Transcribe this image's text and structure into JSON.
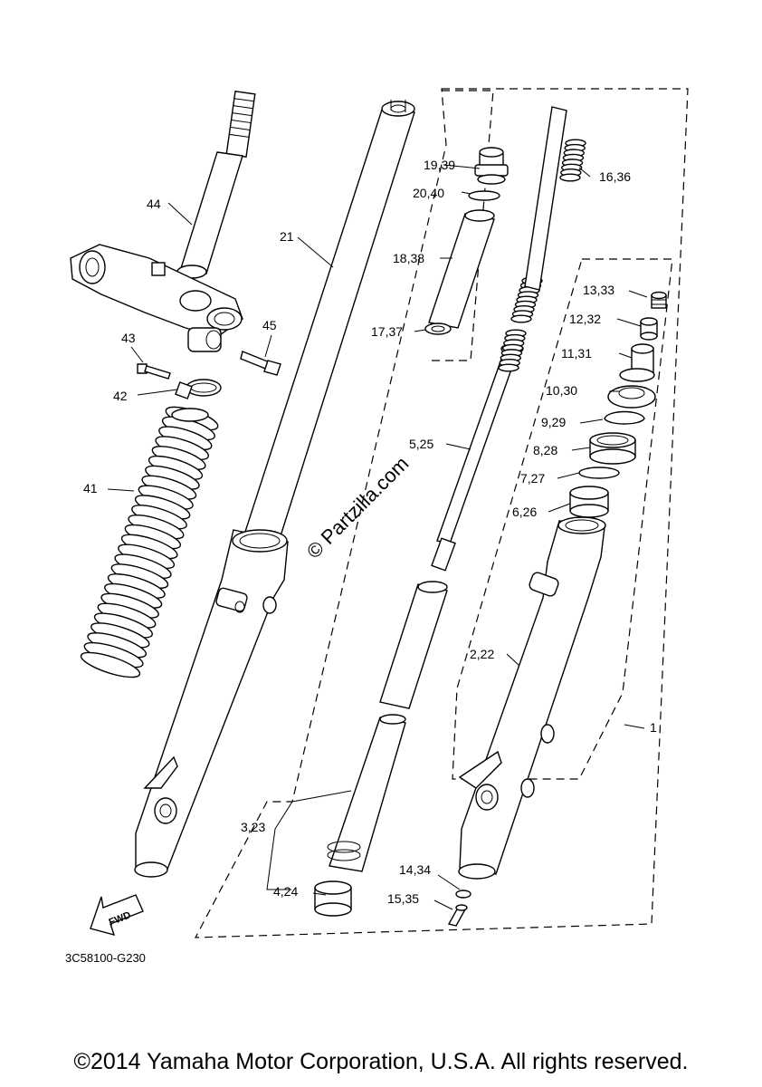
{
  "labels": {
    "l1": "1",
    "l2_22": "2,22",
    "l3_23": "3,23",
    "l4_24": "4,24",
    "l5_25": "5,25",
    "l6_26": "6,26",
    "l7_27": "7,27",
    "l8_28": "8,28",
    "l9_29": "9,29",
    "l10_30": "10,30",
    "l11_31": "11,31",
    "l12_32": "12,32",
    "l13_33": "13,33",
    "l14_34": "14,34",
    "l15_35": "15,35",
    "l16_36": "16,36",
    "l17_37": "17,37",
    "l18_38": "18,38",
    "l19_39": "19,39",
    "l20_40": "20,40",
    "l21": "21",
    "l41": "41",
    "l42": "42",
    "l43": "43",
    "l44": "44",
    "l45": "45"
  },
  "watermark": "© Partzilla.com",
  "fwd_label": "FWD",
  "diagram_code": "3C58100-G230",
  "copyright": "©2014 Yamaha Motor Corporation, U.S.A. All rights reserved."
}
